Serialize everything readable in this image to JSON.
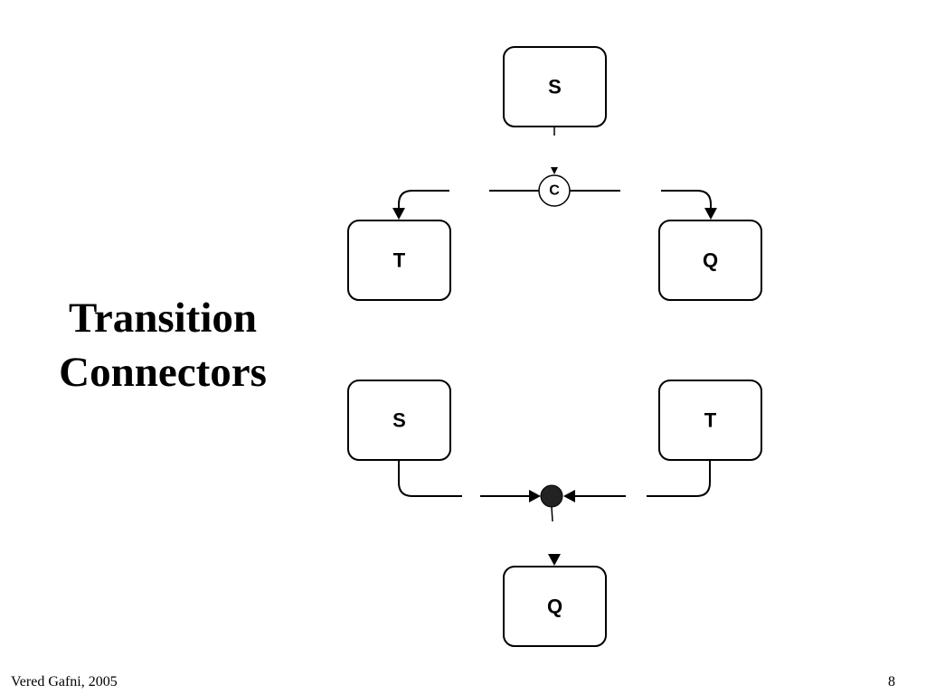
{
  "title": {
    "line1": "Transition",
    "line2": "Connectors"
  },
  "top_diagram": {
    "source_state": "S",
    "connector_label": "C",
    "left_target": "T",
    "right_target": "Q"
  },
  "bottom_diagram": {
    "left_source": "S",
    "right_source": "T",
    "target_state": "Q"
  },
  "footer": {
    "author": "Vered Gafni, 2005",
    "page_number": "8"
  }
}
